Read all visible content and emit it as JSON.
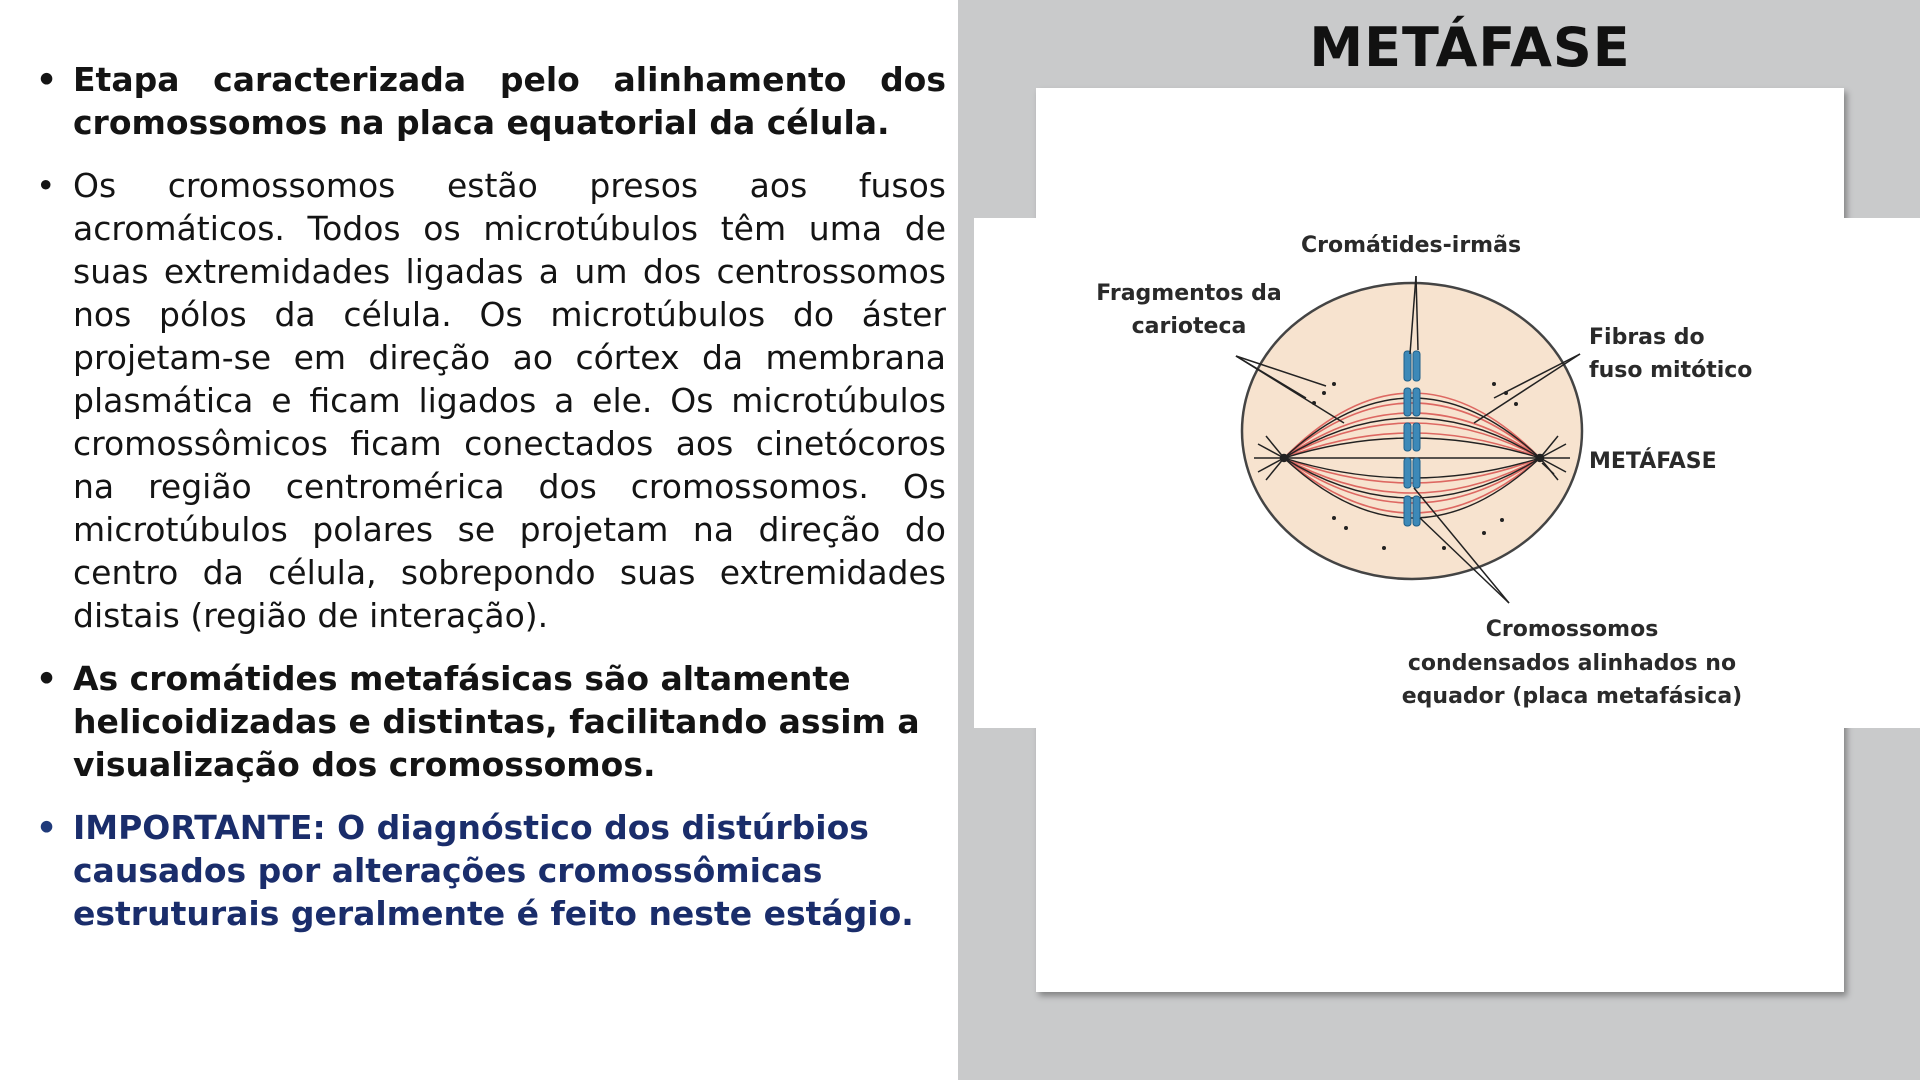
{
  "page_title": "METÁFASE",
  "bullets": [
    {
      "text": "Etapa caracterizada pelo alinhamento dos cromossomos na placa equatorial da célula."
    },
    {
      "text": "Os cromossomos estão presos aos fusos acromáticos. Todos os microtúbulos têm uma de suas extremidades ligadas a um dos centrossomos nos pólos da célula. Os microtúbulos do áster projetam-se em direção ao córtex da membrana plasmática e ficam ligados a ele. Os microtúbulos cromossômicos ficam conectados aos cinetócoros na região centromérica dos cromossomos. Os microtúbulos polares se projetam na direção do centro da célula, sobrepondo suas extremidades distais (região de interação)."
    },
    {
      "text": "As cromátides metafásicas são altamente helicoidizadas e distintas, facilitando assim a visualização dos cromossomos."
    },
    {
      "text": "IMPORTANTE: O diagnóstico dos distúrbios causados por alterações cromossômicas estruturais geralmente é feito neste estágio."
    }
  ],
  "diagram": {
    "label_sister": "Cromátides-irmãs",
    "label_fragments_1": "Fragmentos da",
    "label_fragments_2": "carioteca",
    "label_fibers_1": "Fibras do",
    "label_fibers_2": "fuso mitótico",
    "label_stage": "METÁFASE",
    "label_chrom_1": "Cromossomos",
    "label_chrom_2": "condensados alinhados no",
    "label_chrom_3": "equador (placa metafásica)"
  },
  "colors": {
    "right_panel_bg": "#c9cacb",
    "important_text": "#1a2d6b",
    "cell_fill": "#f7e3cf",
    "spindle_red": "#d9534f",
    "chromosome_blue": "#3d89b8"
  }
}
